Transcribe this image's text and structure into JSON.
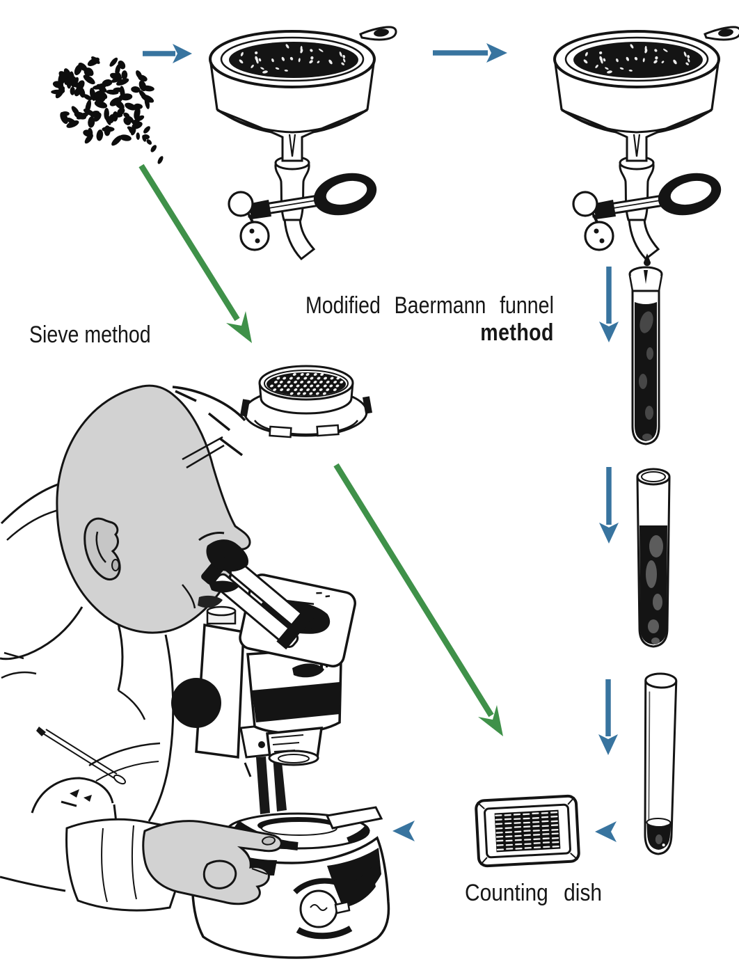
{
  "labels": {
    "sieve_method": "Sieve method",
    "baermann_method_line1": "Modified Baermann funnel",
    "baermann_method_line2": "method",
    "counting_dish": "Counting dish"
  },
  "colors": {
    "arrow_blue": "#38749f",
    "arrow_green": "#3f9149",
    "ink": "#141414",
    "skin_grey": "#d2d2d2",
    "background": "#ffffff"
  },
  "illustrations": [
    {
      "name": "soil-sample-illustration",
      "desc": "cluster of dark soil crumbs"
    },
    {
      "name": "baermann-funnel-1-illustration",
      "desc": "funnel with soil on sieve, tube and pinch clamp"
    },
    {
      "name": "baermann-funnel-2-illustration",
      "desc": "funnel with soil, tube, pinch clamp and falling drop"
    },
    {
      "name": "test-tube-full-illustration",
      "desc": "test tube full of dark suspension"
    },
    {
      "name": "test-tube-settling-illustration",
      "desc": "test tube with suspension settling"
    },
    {
      "name": "test-tube-sediment-illustration",
      "desc": "clear test tube with sediment at bottom"
    },
    {
      "name": "sieve-illustration",
      "desc": "round sieve with soil in holder"
    },
    {
      "name": "counting-dish-illustration",
      "desc": "rectangular gridded counting dish"
    },
    {
      "name": "scientist-with-microscope-illustration",
      "desc": "person observing counting dish under stereo microscope"
    }
  ],
  "arrows": [
    {
      "name": "arrow-soil-to-funnel-1",
      "color": "blue",
      "direction": "right"
    },
    {
      "name": "arrow-funnel-1-to-funnel-2",
      "color": "blue",
      "direction": "right"
    },
    {
      "name": "arrow-funnel-2-to-tube-1",
      "color": "blue",
      "direction": "down"
    },
    {
      "name": "arrow-tube-1-to-tube-2",
      "color": "blue",
      "direction": "down"
    },
    {
      "name": "arrow-tube-2-to-tube-3",
      "color": "blue",
      "direction": "down"
    },
    {
      "name": "arrow-tube-3-to-counting-dish",
      "color": "blue",
      "direction": "left"
    },
    {
      "name": "arrow-counting-dish-to-microscope",
      "color": "blue",
      "direction": "left"
    },
    {
      "name": "arrow-soil-to-sieve",
      "color": "green",
      "direction": "down-right"
    },
    {
      "name": "arrow-sieve-to-counting-dish",
      "color": "green",
      "direction": "down-right"
    }
  ]
}
